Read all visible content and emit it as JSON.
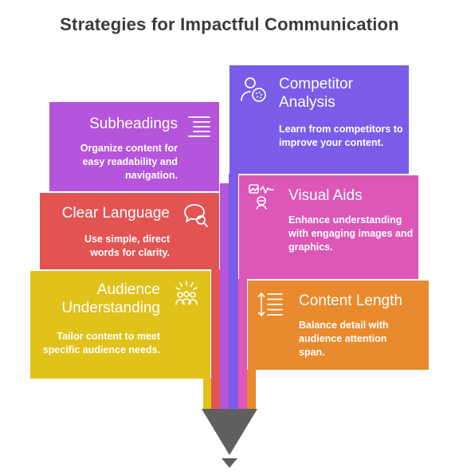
{
  "title": "Strategies for Impactful Communication",
  "cards": {
    "subheadings": {
      "title": "Subheadings",
      "body": "Organize content for easy readability and navigation.",
      "icon": "text-align-icon",
      "color": "#b455db"
    },
    "clear_language": {
      "title": "Clear Language",
      "body": "Use simple, direct words for clarity.",
      "icon": "speech-search-icon",
      "color": "#e15453"
    },
    "audience_understanding": {
      "title": "Audience Understanding",
      "body": "Tailor content to meet specific audience needs.",
      "icon": "audience-group-icon",
      "color": "#e0c21b"
    },
    "competitor_analysis": {
      "title": "Competitor Analysis",
      "body": "Learn from competitors to improve your content.",
      "icon": "user-analysis-icon",
      "color": "#7a5ce8"
    },
    "visual_aids": {
      "title": "Visual Aids",
      "body": "Enhance understanding with engaging images and graphics.",
      "icon": "image-chart-icon",
      "color": "#dc57b6"
    },
    "content_length": {
      "title": "Content Length",
      "body": "Balance detail with audience attention span.",
      "icon": "line-height-icon",
      "color": "#e88a2d"
    }
  }
}
